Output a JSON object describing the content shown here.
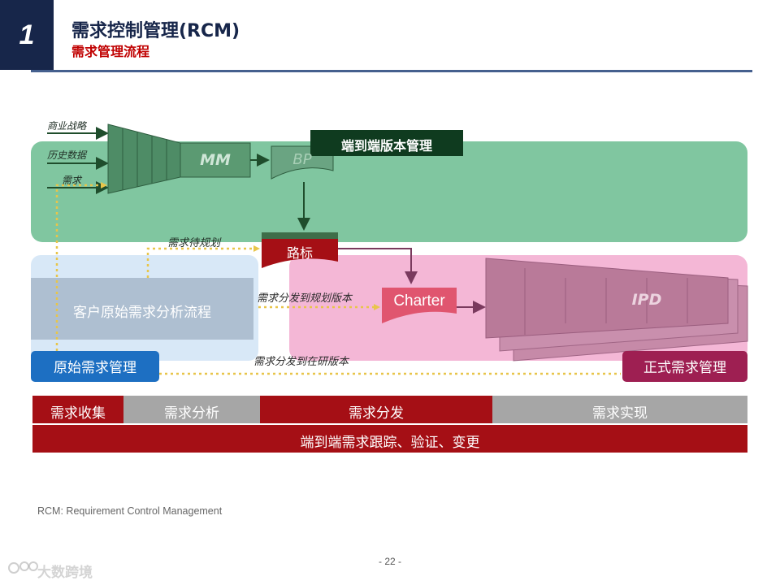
{
  "header": {
    "section_number": "1",
    "title": "需求控制管理(RCM)",
    "subtitle": "需求管理流程"
  },
  "diagram": {
    "inputs": [
      "商业战略",
      "历史数据",
      "需求"
    ],
    "mm_label": "MM",
    "bp_label": "BP",
    "end_to_end_version": "端到端版本管理",
    "roadmap_label": "路标",
    "pending_planning": "需求待规划",
    "customer_analysis": "客户原始需求分析流程",
    "original_req_mgmt": "原始需求管理",
    "dispatch_to_plan": "需求分发到规划版本",
    "charter_label": "Charter",
    "ipd_label": "IPD",
    "dispatch_to_dev": "需求分发到在研版本",
    "formal_req_mgmt": "正式需求管理"
  },
  "phase_bar": {
    "phases": [
      "需求收集",
      "需求分析",
      "需求分发",
      "需求实现"
    ],
    "bottom_label": "端到端需求跟踪、验证、变更"
  },
  "footnote": "RCM: Requirement  Control  Management",
  "page_number": "- 22 -",
  "watermark": "大数跨境",
  "colors": {
    "navy": "#17264a",
    "red": "#c00000",
    "dark_red": "#a50f15",
    "green_panel": "#80c6a0",
    "pink_panel": "#f4b7d6",
    "blue_panel": "#d8e8f7"
  }
}
